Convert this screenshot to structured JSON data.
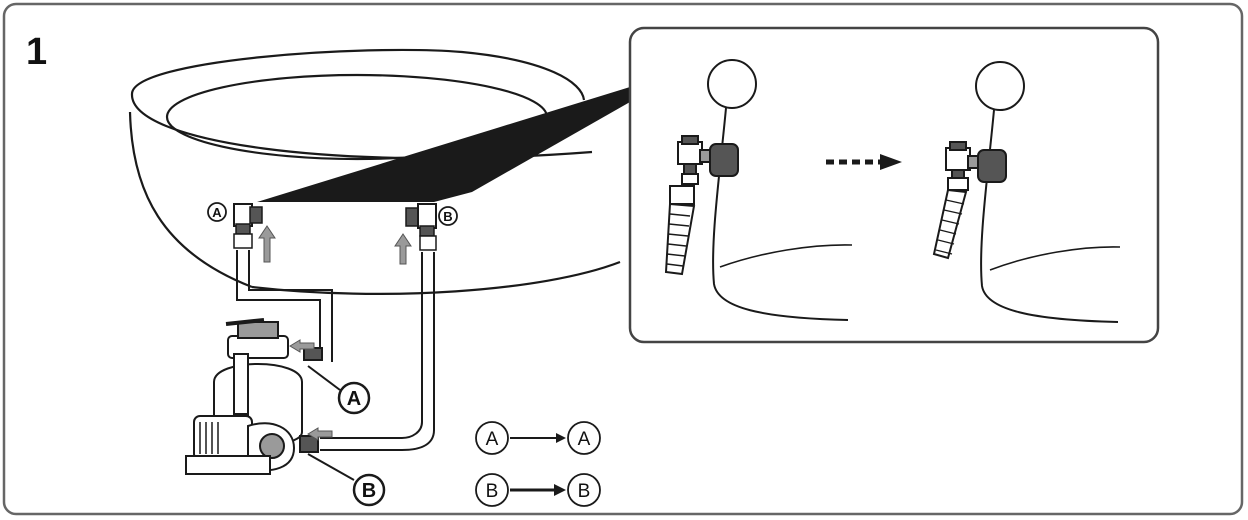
{
  "step_number": "1",
  "connection_labels": {
    "a": "A",
    "b": "B"
  },
  "legend": [
    {
      "from": "A",
      "to": "A"
    },
    {
      "from": "B",
      "to": "B"
    }
  ],
  "colors": {
    "line": "#1a1a1a",
    "fill_gray": "#9a9a9a",
    "fill_dark": "#555555",
    "frame": "#555555"
  }
}
